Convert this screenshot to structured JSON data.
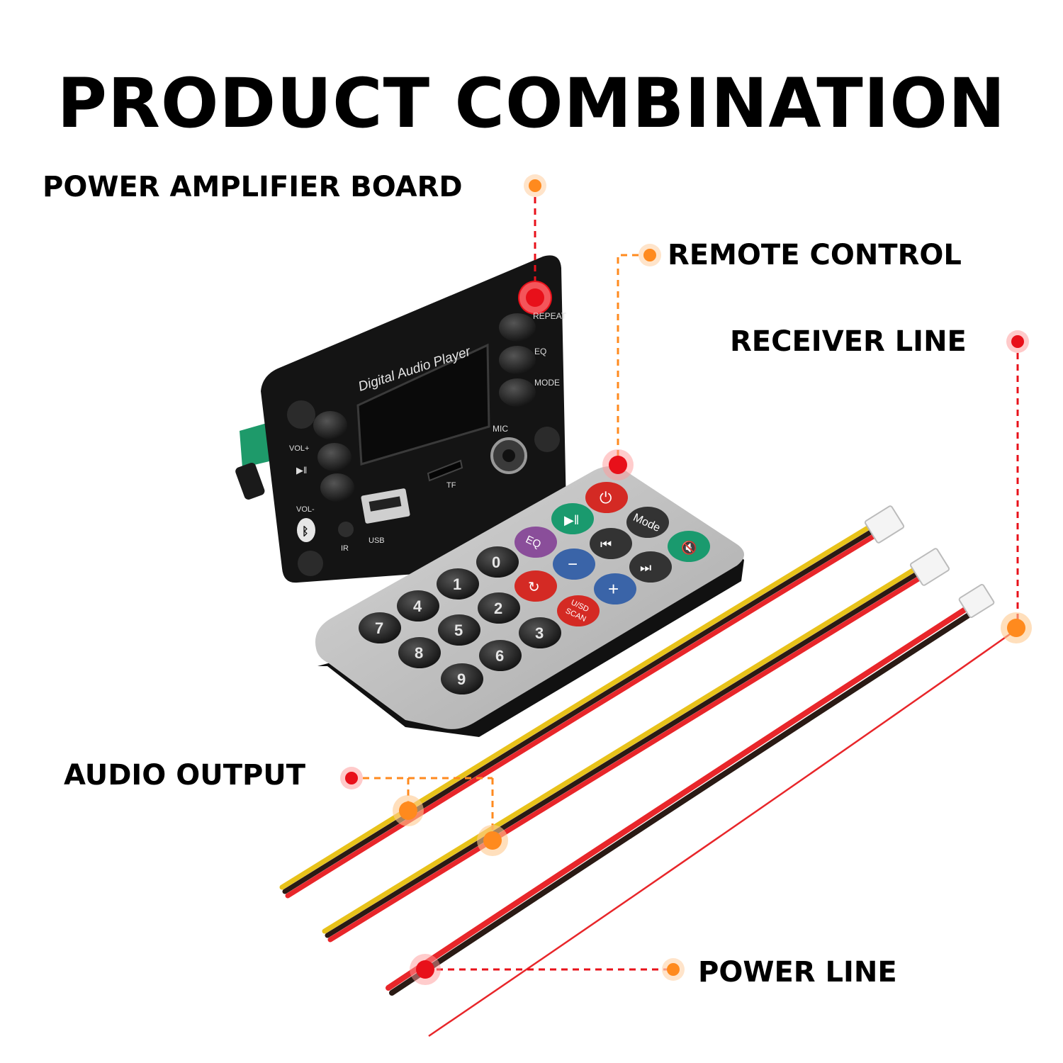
{
  "title": "PRODUCT COMBINATION",
  "labels": {
    "power_amplifier_board": "POWER AMPLIFIER BOARD",
    "remote_control": "REMOTE CONTROL",
    "receiver_line": "RECEIVER LINE",
    "audio_output": "AUDIO OUTPUT",
    "power_line": "POWER LINE"
  },
  "board": {
    "name": "Digital Audio Player",
    "buttons": {
      "repeat": "REPEAT",
      "eq": "EQ",
      "mode": "MODE"
    },
    "left_buttons": {
      "vol_plus": "VOL+",
      "vol_minus": "VOL-"
    },
    "ports": {
      "mic": "MIC",
      "tf": "TF",
      "usb": "USB",
      "ir": "IR"
    }
  },
  "remote": {
    "keys": [
      "0",
      "1",
      "2",
      "3",
      "4",
      "5",
      "6",
      "7",
      "8",
      "9"
    ],
    "eq": "EQ",
    "mode": "Mode",
    "usd_scan_1": "U/SD",
    "usd_scan_2": "SCAN",
    "plus": "+",
    "minus": "−"
  },
  "colors": {
    "accent_orange": "#ff8a1e",
    "accent_red": "#e8101a",
    "wire_yellow": "#e8c21a",
    "wire_red": "#e8262a",
    "wire_black": "#2a1a14"
  }
}
